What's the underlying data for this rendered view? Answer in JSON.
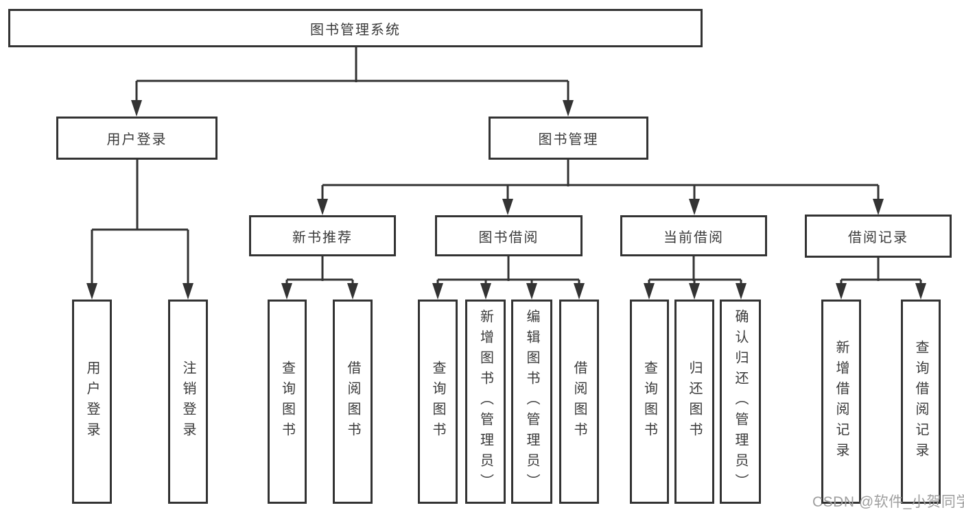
{
  "colors": {
    "line": "#333333",
    "box_border": "#333333",
    "text": "#3a3a3a",
    "background": "#ffffff",
    "watermark": "#9e9e9e"
  },
  "watermark": "CSDN @软件_小贺同学",
  "tree": {
    "root": "图书管理系统",
    "user_login": {
      "label": "用户登录",
      "children": [
        "用户登录",
        "注销登录"
      ]
    },
    "book_mgmt": {
      "label": "图书管理",
      "groups": [
        {
          "label": "新书推荐",
          "children": [
            "查询图书",
            "借阅图书"
          ]
        },
        {
          "label": "图书借阅",
          "children": [
            "查询图书",
            "新增图书（管理员）",
            "编辑图书（管理员）",
            "借阅图书"
          ]
        },
        {
          "label": "当前借阅",
          "children": [
            "查询图书",
            "归还图书",
            "确认归还（管理员）"
          ]
        },
        {
          "label": "借阅记录",
          "children": [
            "新增借阅记录",
            "查询借阅记录"
          ]
        }
      ]
    }
  }
}
